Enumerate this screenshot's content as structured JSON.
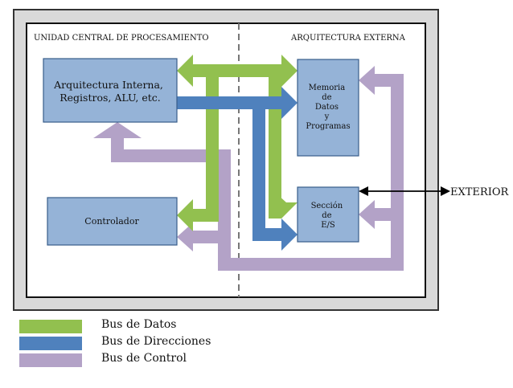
{
  "sections": {
    "left_title": "UNIDAD CENTRAL DE PROCESAMIENTO",
    "right_title": "ARQUITECTURA EXTERNA"
  },
  "blocks": {
    "internal": [
      "Arquitectura Interna,",
      "Registros, ALU, etc."
    ],
    "controller": "Controlador",
    "memory": [
      "Memoria",
      "de",
      "Datos",
      "y",
      "Programas"
    ],
    "io": [
      "Sección",
      "de",
      "E/S"
    ]
  },
  "exterior_label": "EXTERIOR",
  "legend": [
    {
      "label": "Bus de Datos",
      "color": "#92c04f"
    },
    {
      "label": "Bus de Direcciones",
      "color": "#4f81bd"
    },
    {
      "label": "Bus de Control",
      "color": "#b3a2c7"
    }
  ],
  "colors": {
    "block_fill": "#95b3d7",
    "block_stroke": "#385d8a",
    "frame_outer": "#333333",
    "frame_inner": "#ffffff",
    "panel_bg": "#d9d9d9"
  }
}
